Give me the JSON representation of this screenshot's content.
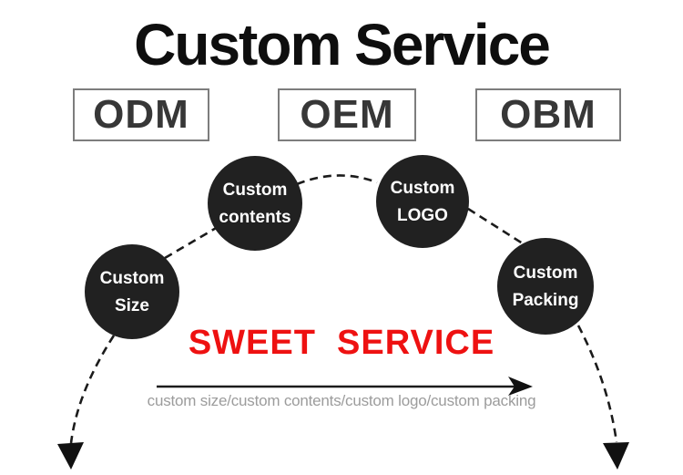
{
  "title": "Custom Service",
  "badges": [
    {
      "label": "ODM"
    },
    {
      "label": "OEM"
    },
    {
      "label": "OBM"
    }
  ],
  "circles": [
    {
      "line1": "Custom",
      "line2": "Size"
    },
    {
      "line1": "Custom",
      "line2": "contents"
    },
    {
      "line1": "Custom",
      "line2": "LOGO"
    },
    {
      "line1": "Custom",
      "line2": "Packing"
    }
  ],
  "slogan": "SWEET  SERVICE",
  "caption": "custom size/custom contents/custom logo/custom packing",
  "icons": {
    "down_arrow_left": "down-arrow",
    "down_arrow_right": "down-arrow",
    "right_arrow": "right-arrow"
  },
  "colors": {
    "title_text": "#0e0e0e",
    "badge_border": "#7d7d7d",
    "badge_text": "#373737",
    "circle_fill": "#212121",
    "circle_text": "#ffffff",
    "slogan_red": "#ee1111",
    "caption_gray": "#9c9c9c",
    "line_black": "#1b1b1b"
  }
}
